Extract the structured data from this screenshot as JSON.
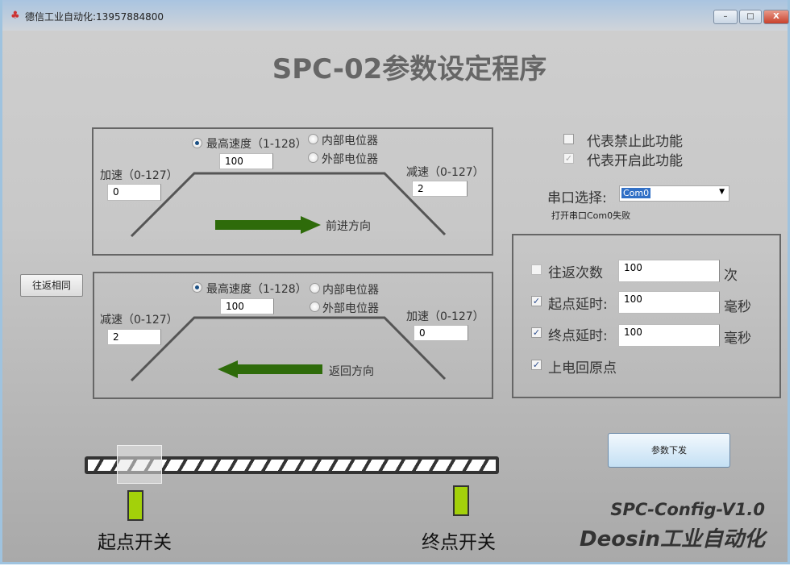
{
  "window": {
    "title": "德信工业自动化:13957884800",
    "minimize": "–",
    "maximize": "□",
    "close": "X"
  },
  "header": {
    "title": "SPC-02参数设定程序"
  },
  "forward": {
    "max_speed_label": "最高速度（1-128）",
    "max_speed": "100",
    "internal_pot": "内部电位器",
    "external_pot": "外部电位器",
    "accel_label": "加速（0-127）",
    "accel": "0",
    "decel_label": "减速（0-127）",
    "decel": "2",
    "direction": "前进方向"
  },
  "reverse": {
    "max_speed_label": "最高速度（1-128）",
    "max_speed": "100",
    "internal_pot": "内部电位器",
    "external_pot": "外部电位器",
    "decel_label": "减速（0-127）",
    "decel": "2",
    "accel_label": "加速（0-127）",
    "accel": "0",
    "direction": "返回方向"
  },
  "same_button": "往返相同",
  "legend": {
    "disabled": "代表禁止此功能",
    "enabled": "代表开启此功能"
  },
  "serial": {
    "label": "串口选择:",
    "value": "Com0",
    "status": "打开串口Com0失败"
  },
  "options": [
    {
      "label": "往返次数",
      "value": "100",
      "unit": "次",
      "checked": false
    },
    {
      "label": "起点延时:",
      "value": "100",
      "unit": "毫秒",
      "checked": true
    },
    {
      "label": "终点延时:",
      "value": "100",
      "unit": "毫秒",
      "checked": true
    },
    {
      "label": "上电回原点",
      "checked": true
    }
  ],
  "send_button": "参数下发",
  "rail": {
    "start_switch": "起点开关",
    "end_switch": "终点开关"
  },
  "branding": {
    "version": "SPC-Config-V1.0",
    "company": "Deosin工业自动化"
  },
  "colors": {
    "arrow": "#2e6b0a",
    "switch": "#a3d10a"
  }
}
